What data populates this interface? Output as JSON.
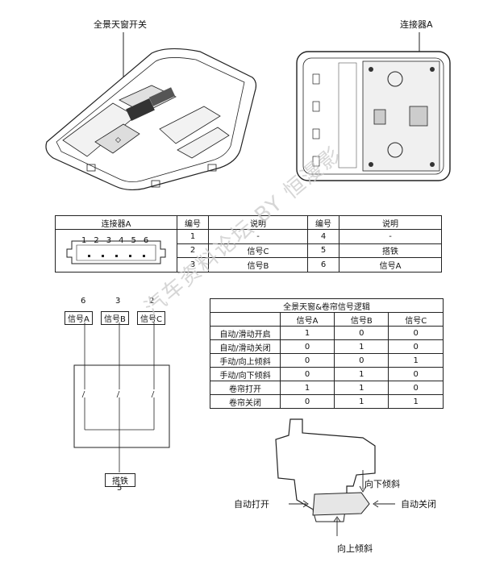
{
  "top_left_title": "全景天窗开关",
  "top_right_title": "连接器A",
  "connector_table": {
    "headers": [
      "连接器A",
      "编号",
      "说明",
      "编号",
      "说明"
    ],
    "pin_numbers": [
      "1",
      "2",
      "3",
      "4",
      "5",
      "6"
    ],
    "rows": [
      {
        "no1": "1",
        "desc1": "-",
        "no2": "4",
        "desc2": "-"
      },
      {
        "no1": "2",
        "desc1": "信号C",
        "no2": "5",
        "desc2": "搭铁"
      },
      {
        "no1": "3",
        "desc1": "信号B",
        "no2": "6",
        "desc2": "信号A"
      }
    ]
  },
  "circuit": {
    "pins": [
      "6",
      "3",
      "2"
    ],
    "signals": [
      "信号A",
      "信号B",
      "信号C"
    ],
    "ground_label": "搭铁",
    "ground_pin": "5"
  },
  "logic_table": {
    "title": "全景天窗&卷帘信号逻辑",
    "columns": [
      "信号A",
      "信号B",
      "信号C"
    ],
    "rows": [
      {
        "label": "自动/滑动开启",
        "values": [
          "1",
          "0",
          "0"
        ]
      },
      {
        "label": "自动/滑动关闭",
        "values": [
          "0",
          "1",
          "0"
        ]
      },
      {
        "label": "手动/向上倾斜",
        "values": [
          "0",
          "0",
          "1"
        ]
      },
      {
        "label": "手动/向下倾斜",
        "values": [
          "0",
          "1",
          "0"
        ]
      },
      {
        "label": "卷帘打开",
        "values": [
          "1",
          "1",
          "0"
        ]
      },
      {
        "label": "卷帘关闭",
        "values": [
          "0",
          "1",
          "1"
        ]
      }
    ]
  },
  "switch_labels": {
    "down_tilt": "向下倾斜",
    "auto_open": "自动打开",
    "auto_close": "自动关闭",
    "up_tilt": "向上倾斜"
  },
  "watermark": "汽车资料论坛 BY 恒漫影",
  "colors": {
    "line": "#222222",
    "watermark": "#c9c9c9"
  }
}
